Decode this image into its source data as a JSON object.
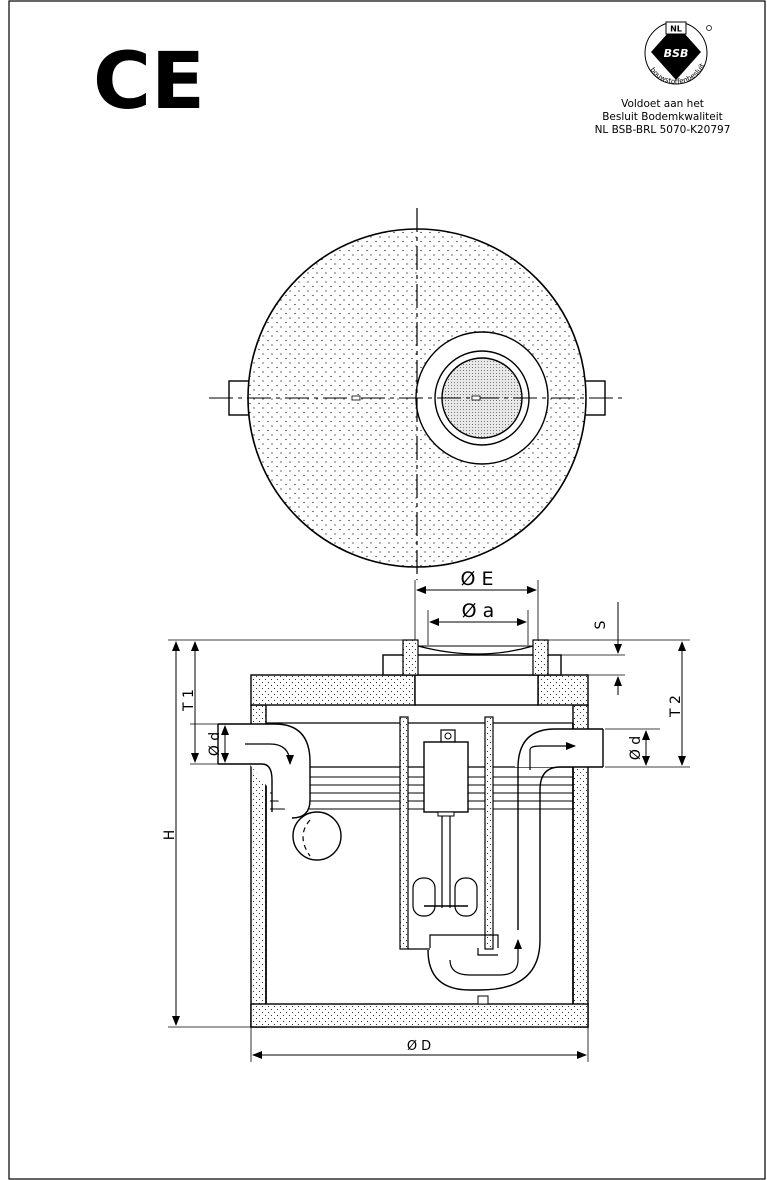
{
  "header": {
    "ce_mark": "CE",
    "bsb_logo": {
      "top": "NL",
      "center": "BSB",
      "ring": "bouwstoffenbesluit"
    },
    "certification": [
      "Voldoet aan het",
      "Besluit Bodemkwaliteit",
      "NL BSB-BRL 5070-K20797"
    ]
  },
  "dimensions": {
    "outer_diameter": "Ø D",
    "cover_diameter": "Ø E",
    "opening_diameter": "Ø a",
    "inlet_depth": "T 1",
    "outlet_depth": "T 2",
    "pipe_diameter_in": "Ø d",
    "pipe_diameter_out": "Ø d",
    "height": "H",
    "wall": "S"
  }
}
